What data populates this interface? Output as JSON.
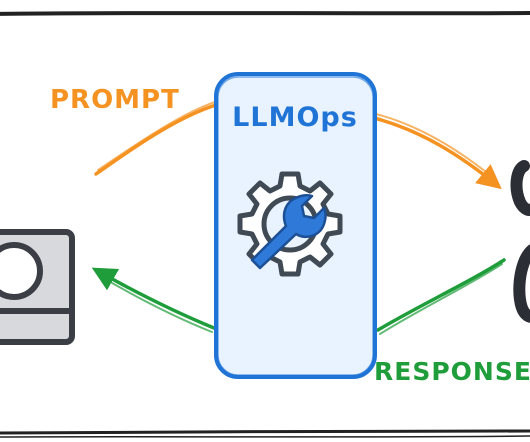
{
  "diagram": {
    "box": {
      "label": "LLMOps",
      "icon": "wrench-gear-icon"
    },
    "top_flow": {
      "label": "PROMPT",
      "color": "#f59322"
    },
    "bottom_flow": {
      "label": "RESPONSE",
      "color": "#1f9d3a"
    },
    "client": {
      "icon": "computer-icon"
    },
    "model": {
      "icon": "person-icon"
    },
    "colors": {
      "box_fill": "#e8f3ff",
      "box_stroke": "#1f74d6",
      "label_blue": "#1f74d6",
      "gear_dark": "#3f4a55",
      "wrench": "#2f7ad9",
      "frame": "#222222"
    }
  }
}
